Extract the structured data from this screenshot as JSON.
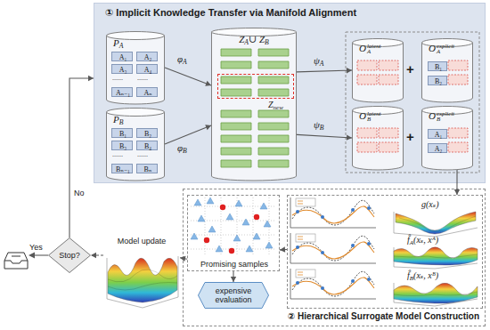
{
  "diagram": {
    "nodes": [
      {
        "text": [
          "① Implicit Knowledge Transfer via Manifold Alignment"
        ]
      },
      {
        "text": [
          "P",
          "A"
        ],
        "in": 0
      },
      {
        "text": [
          "A₁"
        ],
        "in": 1
      },
      {
        "text": [
          "A₂"
        ],
        "in": 1
      },
      {
        "text": [
          "A₃"
        ],
        "in": 1
      },
      {
        "text": [
          "A₄"
        ],
        "in": 1
      },
      {
        "text": [
          "Aₙ₋₁"
        ],
        "in": 1
      },
      {
        "text": [
          "Aₙ"
        ],
        "in": 1
      },
      {
        "text": [
          "P",
          "B"
        ],
        "in": 0
      },
      {
        "text": [
          "B₁"
        ],
        "in": 8
      },
      {
        "text": [
          "B₂"
        ],
        "in": 8
      },
      {
        "text": [
          "B₃"
        ],
        "in": 8
      },
      {
        "text": [
          "B₄"
        ],
        "in": 8
      },
      {
        "text": [
          "Bₙ₋₁"
        ],
        "in": 8
      },
      {
        "text": [
          "Bₙ"
        ],
        "in": 8
      },
      {
        "text": [
          "Z",
          "A",
          "∪ Z",
          "B"
        ],
        "in": 0
      },
      {
        "text": [
          "Z",
          "new"
        ],
        "in": 15
      },
      {
        "text": [
          "O",
          "latent",
          "A"
        ],
        "in": 0
      },
      {
        "text": [
          "O",
          "explicit",
          "A"
        ],
        "in": 0
      },
      {
        "text": [
          "B₁"
        ],
        "in": 18
      },
      {
        "text": [
          "B₂"
        ],
        "in": 18
      },
      {
        "text": [
          "O",
          "latent",
          "B"
        ],
        "in": 0
      },
      {
        "text": [
          "O",
          "explicit",
          "B"
        ],
        "in": 0
      },
      {
        "text": [
          "A₁"
        ],
        "in": 22
      },
      {
        "text": [
          "A₂"
        ],
        "in": 22
      },
      {
        "text": [
          "② Hierarchical Surrogate Model Construction"
        ]
      },
      {
        "text": [
          "Promising samples"
        ],
        "in": 25
      },
      {
        "text": [
          "expensive evaluation"
        ],
        "in": 25
      },
      {
        "text": [
          "g(xₛ)",
          "f̂",
          "A",
          "(xₛ, xᴬ)",
          "f̂",
          "B",
          "(xₛ, xᴮ)"
        ],
        "in": 25
      },
      {
        "text": [
          "Model update"
        ]
      },
      {
        "text": [
          "Stop?"
        ]
      }
    ],
    "edges": [
      {
        "from": 1,
        "to": 15,
        "arrow": "to"
      },
      {
        "from": 8,
        "to": 15,
        "arrow": "to"
      },
      {
        "from": 15,
        "to": 17,
        "arrow": "to"
      },
      {
        "from": 15,
        "to": 21,
        "arrow": "to"
      },
      {
        "from": 22,
        "to": 28,
        "arrow": "to"
      },
      {
        "from": 28,
        "to": 26,
        "arrow": "to"
      },
      {
        "from": 26,
        "to": 27,
        "arrow": "to"
      },
      {
        "from": 26,
        "to": 29,
        "arrow": "to"
      },
      {
        "from": 29,
        "to": 30,
        "arrow": "to"
      },
      {
        "from": 30,
        "to": 0,
        "label": "No",
        "arrow": "to"
      }
    ],
    "labels": [
      "φ",
      "A",
      "φ",
      "B",
      "ψ",
      "A",
      "ψ",
      "B",
      "+",
      "+",
      "......",
      "......",
      "......",
      "......",
      "Yes"
    ]
  }
}
